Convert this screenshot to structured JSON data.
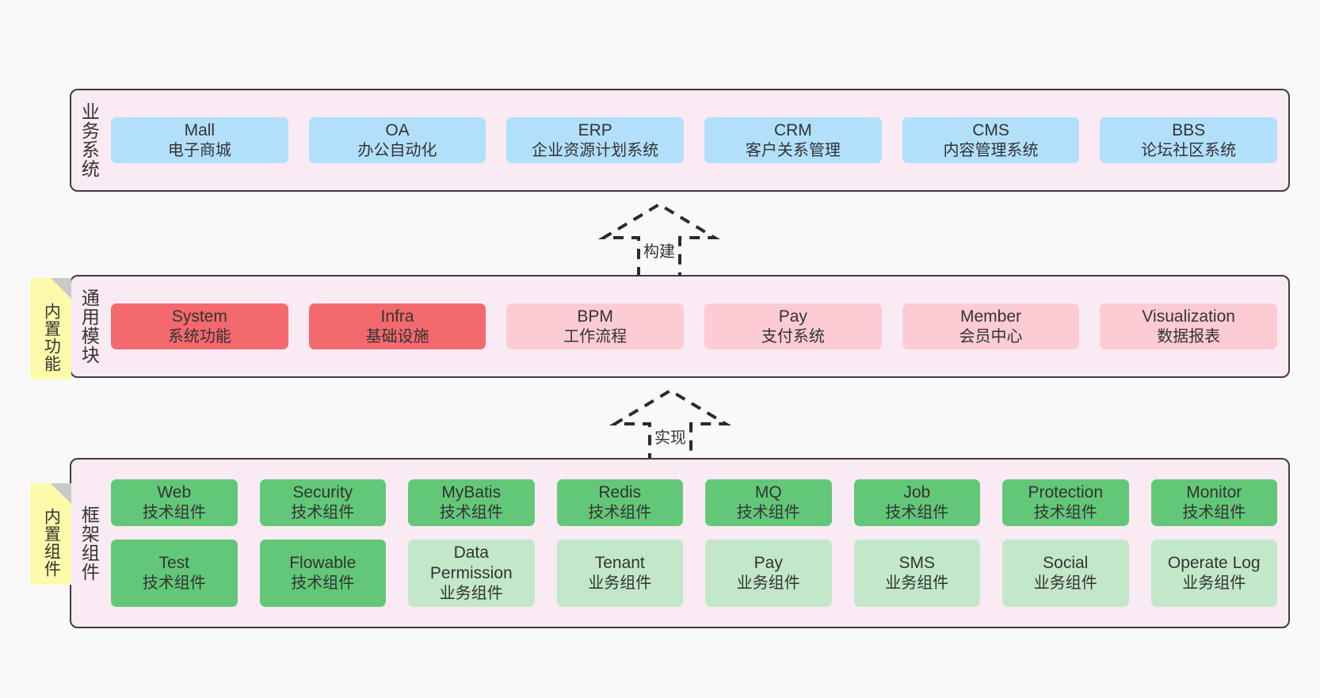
{
  "layers": [
    {
      "id": "business",
      "label": "业务系统",
      "rows": [
        {
          "cards": [
            {
              "en": "Mall",
              "cn": "电子商城",
              "style": "blue"
            },
            {
              "en": "OA",
              "cn": "办公自动化",
              "style": "blue"
            },
            {
              "en": "ERP",
              "cn": "企业资源计划系统",
              "style": "blue"
            },
            {
              "en": "CRM",
              "cn": "客户关系管理",
              "style": "blue"
            },
            {
              "en": "CMS",
              "cn": "内容管理系统",
              "style": "blue"
            },
            {
              "en": "BBS",
              "cn": "论坛社区系统",
              "style": "blue"
            }
          ]
        }
      ]
    },
    {
      "id": "common",
      "label": "通用模块",
      "note": "内置功能",
      "rows": [
        {
          "cards": [
            {
              "en": "System",
              "cn": "系统功能",
              "style": "red"
            },
            {
              "en": "Infra",
              "cn": "基础设施",
              "style": "red"
            },
            {
              "en": "BPM",
              "cn": "工作流程",
              "style": "pink"
            },
            {
              "en": "Pay",
              "cn": "支付系统",
              "style": "pink"
            },
            {
              "en": "Member",
              "cn": "会员中心",
              "style": "pink"
            },
            {
              "en": "Visualization",
              "cn": "数据报表",
              "style": "pink"
            }
          ]
        }
      ]
    },
    {
      "id": "framework",
      "label": "框架组件",
      "note": "内置组件",
      "rows": [
        {
          "cards": [
            {
              "en": "Web",
              "cn": "技术组件",
              "style": "green"
            },
            {
              "en": "Security",
              "cn": "技术组件",
              "style": "green"
            },
            {
              "en": "MyBatis",
              "cn": "技术组件",
              "style": "green"
            },
            {
              "en": "Redis",
              "cn": "技术组件",
              "style": "green"
            },
            {
              "en": "MQ",
              "cn": "技术组件",
              "style": "green"
            },
            {
              "en": "Job",
              "cn": "技术组件",
              "style": "green"
            },
            {
              "en": "Protection",
              "cn": "技术组件",
              "style": "green"
            },
            {
              "en": "Monitor",
              "cn": "技术组件",
              "style": "green"
            }
          ]
        },
        {
          "cards": [
            {
              "en": "Test",
              "cn": "技术组件",
              "style": "green"
            },
            {
              "en": "Flowable",
              "cn": "技术组件",
              "style": "green"
            },
            {
              "en": "Data Permission",
              "cn": "业务组件",
              "style": "lgreen"
            },
            {
              "en": "Tenant",
              "cn": "业务组件",
              "style": "lgreen"
            },
            {
              "en": "Pay",
              "cn": "业务组件",
              "style": "lgreen"
            },
            {
              "en": "SMS",
              "cn": "业务组件",
              "style": "lgreen"
            },
            {
              "en": "Social",
              "cn": "业务组件",
              "style": "lgreen"
            },
            {
              "en": "Operate Log",
              "cn": "业务组件",
              "style": "lgreen"
            }
          ]
        }
      ]
    }
  ],
  "connectors": [
    {
      "id": "build",
      "label": "构建"
    },
    {
      "id": "implement",
      "label": "实现"
    }
  ],
  "colors": {
    "band_bg": "#faeaf3",
    "band_border": "#3f3b45",
    "blue": "#b2e0fb",
    "red": "#f4696e",
    "pink": "#fdcbd4",
    "green": "#62c878",
    "light_green": "#c2e8c9",
    "note_bg": "#fcfaab",
    "note_fold": "#c9c9c9",
    "canvas_bg": "#f9f9f9",
    "text": "#333333"
  }
}
